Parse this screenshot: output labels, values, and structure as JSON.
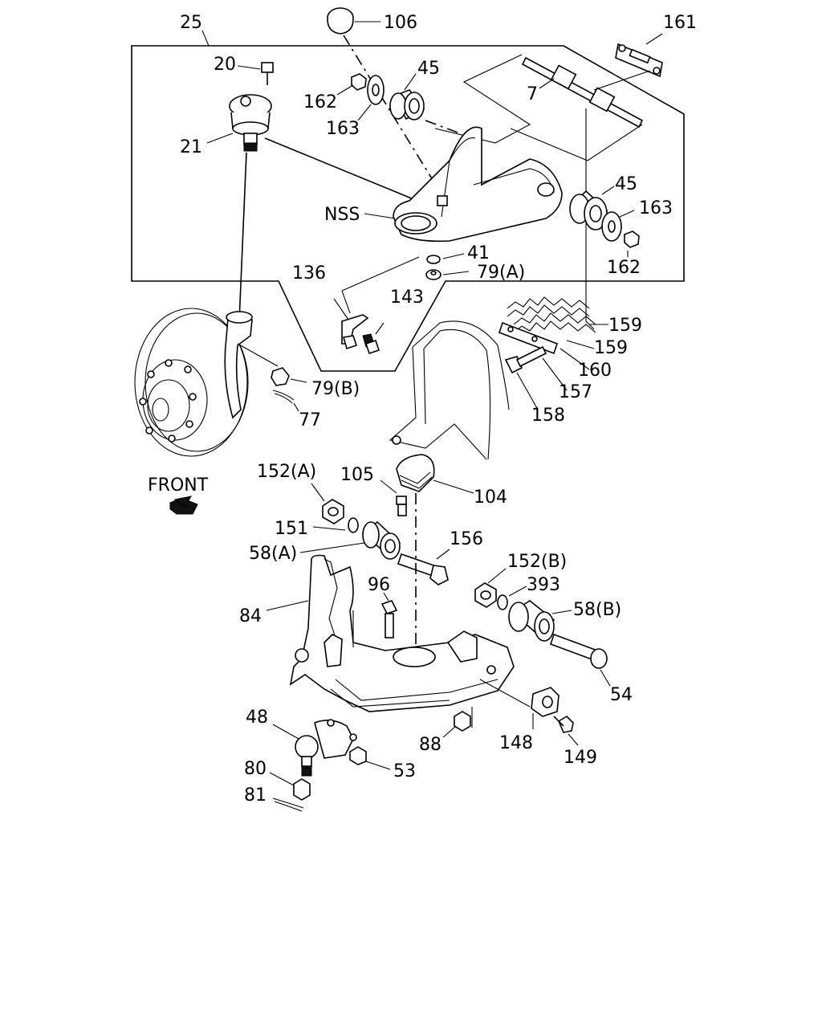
{
  "labels": {
    "l25": "25",
    "l106": "106",
    "l161": "161",
    "l20": "20",
    "l45a": "45",
    "l162a": "162",
    "l7": "7",
    "l163a": "163",
    "l21": "21",
    "l45b": "45",
    "l163b": "163",
    "lNSS": "NSS",
    "l162b": "162",
    "l41": "41",
    "l79a": "79(A)",
    "l136": "136",
    "l143": "143",
    "l159a": "159",
    "l159b": "159",
    "l79b": "79(B)",
    "l160": "160",
    "l157": "157",
    "l77": "77",
    "l158": "158",
    "l152a": "152(A)",
    "l105": "105",
    "lFRONT": "FRONT",
    "l104": "104",
    "l151": "151",
    "l156": "156",
    "l58a": "58(A)",
    "l152b": "152(B)",
    "l393": "393",
    "l96": "96",
    "l58b": "58(B)",
    "l84": "84",
    "l54": "54",
    "l48": "48",
    "l88": "88",
    "l148": "148",
    "l149": "149",
    "l80": "80",
    "l53": "53",
    "l81": "81"
  }
}
